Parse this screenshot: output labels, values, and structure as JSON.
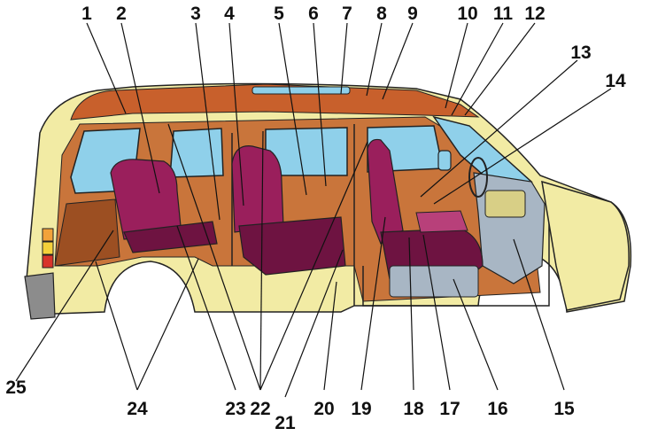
{
  "diagram": {
    "colors": {
      "body": "#f2eba4",
      "body_shadow": "#d8cf86",
      "interior": "#c9753b",
      "interior_dark": "#9c4f22",
      "headliner": "#c8602c",
      "glass": "#8fd0ea",
      "seat": "#9a1f5c",
      "seat_dark": "#6e1341",
      "seat_light": "#b8407a",
      "dash": "#a8b6c4",
      "tire": "#8c8c8c",
      "outline": "#222222"
    },
    "top_labels": [
      "1",
      "2",
      "3",
      "4",
      "5",
      "6",
      "7",
      "8",
      "9",
      "10",
      "11",
      "12"
    ],
    "side_labels": [
      "13",
      "14"
    ],
    "bottom_labels": [
      "25",
      "24",
      "23",
      "22",
      "21",
      "20",
      "19",
      "18",
      "17",
      "16",
      "15"
    ]
  }
}
